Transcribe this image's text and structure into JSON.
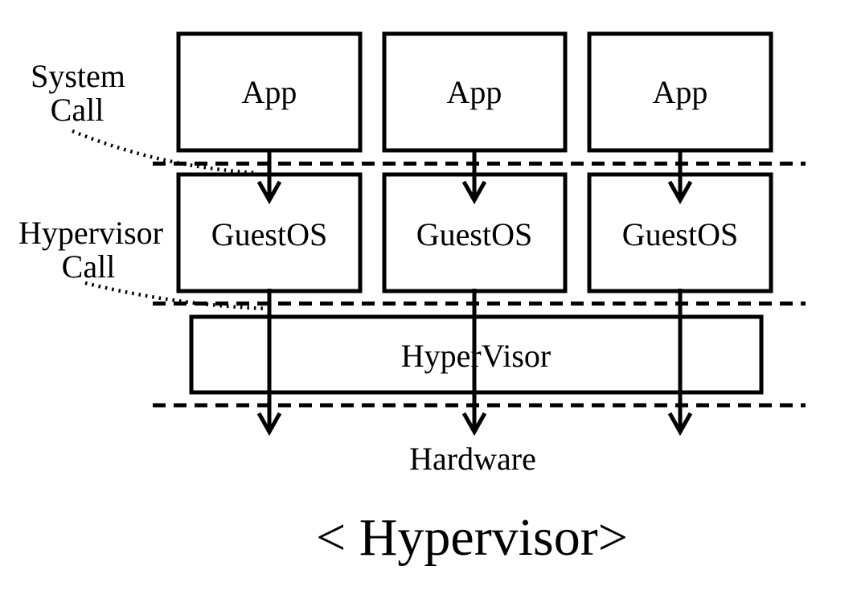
{
  "diagram": {
    "caption": "< Hypervisor>",
    "layers": {
      "hardware_label": "Hardware",
      "hypervisor_label": "HyperVisor"
    },
    "columns": [
      {
        "app_label": "App",
        "guestos_label": "GuestOS"
      },
      {
        "app_label": "App",
        "guestos_label": "GuestOS"
      },
      {
        "app_label": "App",
        "guestos_label": "GuestOS"
      }
    ],
    "annotations": {
      "system_call": {
        "line1": "System",
        "line2": "Call"
      },
      "hypervisor_call": {
        "line1": "Hypervisor",
        "line2": "Call"
      }
    },
    "colors": {
      "ink": "#000000",
      "background": "#ffffff"
    }
  }
}
